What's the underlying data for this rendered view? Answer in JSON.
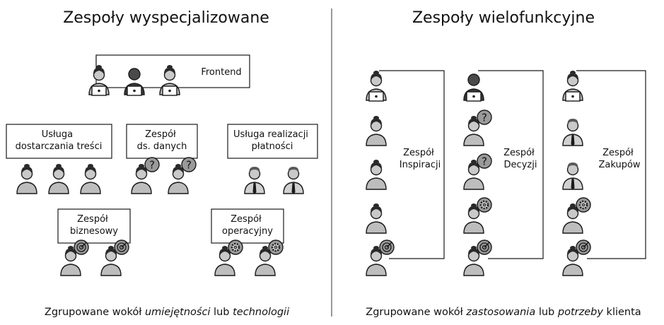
{
  "left": {
    "title": "Zespoły wyspecjalizowane",
    "teams": {
      "frontend": {
        "lines": [
          "Frontend"
        ]
      },
      "content": {
        "lines": [
          "Usługa",
          "dostarczania treści"
        ]
      },
      "data": {
        "lines": [
          "Zespół",
          "ds. danych"
        ]
      },
      "payments": {
        "lines": [
          "Usługa realizacji",
          "płatności"
        ]
      },
      "business": {
        "lines": [
          "Zespół",
          "biznesowy"
        ]
      },
      "ops": {
        "lines": [
          "Zespół",
          "operacyjny"
        ]
      }
    },
    "caption": {
      "prefix": "Zgrupowane wokół ",
      "em1": "umiejętności",
      "middle": " lub ",
      "em2": "technologii"
    }
  },
  "right": {
    "title": "Zespoły wielofunkcyjne",
    "teams": {
      "inspiration": {
        "lines": [
          "Zespół",
          "Inspiracji"
        ]
      },
      "decision": {
        "lines": [
          "Zespół",
          "Decyzji"
        ]
      },
      "purchase": {
        "lines": [
          "Zespół",
          "Zakupów"
        ]
      }
    },
    "caption": {
      "prefix": "Zgrupowane wokół ",
      "em1": "zastosowania",
      "middle": " lub ",
      "em2": "potrzeby",
      "suffix": " klienta"
    }
  },
  "symbols": {
    "question": "?"
  },
  "icons": [
    "person-laptop-icon",
    "person-question-icon",
    "person-target-icon",
    "person-gear-icon",
    "person-tie-icon"
  ]
}
